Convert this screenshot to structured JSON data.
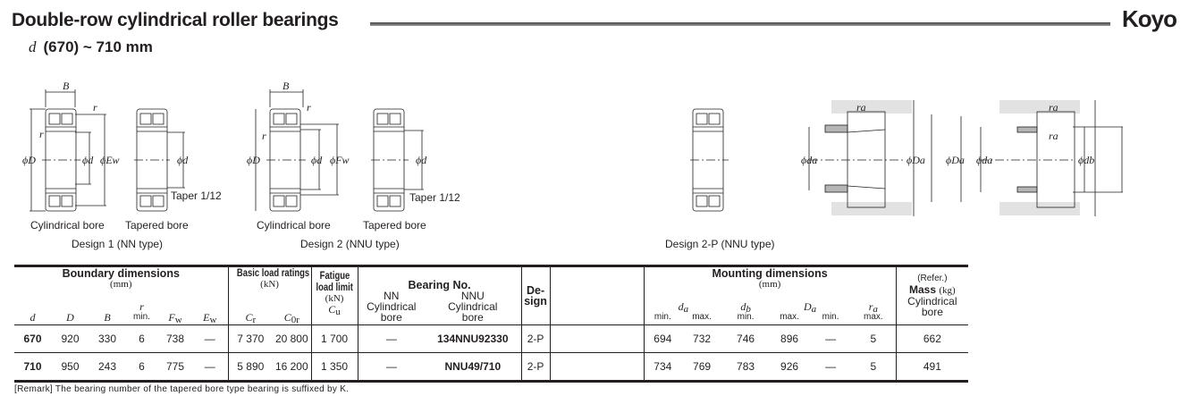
{
  "header": {
    "title": "Double-row cylindrical roller bearings",
    "logo": "Koyo",
    "subtitle_symbol": "d",
    "subtitle_range": "(670) ~ 710 mm"
  },
  "diagrams": {
    "cyl_bore_1": "Cylindrical bore",
    "tap_bore_1": "Tapered bore",
    "design1": "Design 1 (NN type)",
    "cyl_bore_2": "Cylindrical bore",
    "tap_bore_2": "Tapered bore",
    "design2": "Design 2 (NNU type)",
    "design2p": "Design 2-P (NNU type)",
    "taper": "Taper 1/12",
    "labels": {
      "B": "B",
      "r": "r",
      "phiD": "ϕD",
      "phid": "ϕd",
      "phiEw": "ϕEw",
      "phiFw": "ϕFw",
      "ra": "ra",
      "phida": "ϕda",
      "phiDa": "ϕDa",
      "phidb": "ϕdb"
    }
  },
  "table": {
    "groups": {
      "boundary": "Boundary dimensions",
      "mm": "(mm)",
      "load": "Basic load ratings",
      "kN": "(kN)",
      "fatigue1": "Fatigue",
      "fatigue2": "load limit",
      "fatigue_kN": "(kN)",
      "bearing_no": "Bearing No.",
      "nn": "NN",
      "nnu": "NNU",
      "cyl": "Cylindrical",
      "bore": "bore",
      "design1": "De-",
      "design2": "sign",
      "mounting": "Mounting dimensions",
      "refer": "(Refer.)",
      "mass": "Mass",
      "kg": "(kg)"
    },
    "symbols": {
      "d": "d",
      "D": "D",
      "B": "B",
      "r": "r",
      "min": "min.",
      "max": "max.",
      "Fw": "F",
      "Ew": "E",
      "w": "w",
      "Cr": "C",
      "r_sub": "r",
      "C0r": "C",
      "0r": "0r",
      "Cu": "C",
      "u": "u",
      "da": "d",
      "db": "d",
      "Da": "D",
      "ra": "r",
      "a": "a",
      "b": "b"
    },
    "rows": [
      {
        "d": "670",
        "D": "920",
        "B": "330",
        "r": "6",
        "Fw": "738",
        "Ew": "—",
        "Cr": "7 370",
        "C0r": "20 800",
        "Cu": "1 700",
        "nn": "—",
        "nnu": "134NNU92330",
        "design": "2-P",
        "da_min": "694",
        "da_max": "732",
        "db_min": "746",
        "Da_max": "896",
        "Da_min": "—",
        "ra_max": "5",
        "mass": "662"
      },
      {
        "d": "710",
        "D": "950",
        "B": "243",
        "r": "6",
        "Fw": "775",
        "Ew": "—",
        "Cr": "5 890",
        "C0r": "16 200",
        "Cu": "1 350",
        "nn": "—",
        "nnu": "NNU49/710",
        "design": "2-P",
        "da_min": "734",
        "da_max": "769",
        "db_min": "783",
        "Da_max": "926",
        "Da_min": "—",
        "ra_max": "5",
        "mass": "491"
      }
    ]
  },
  "remark": "[Remark]  The bearing number of the tapered bore type bearing is suffixed by K."
}
